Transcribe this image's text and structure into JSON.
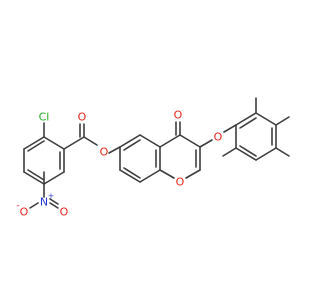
{
  "molecule": {
    "atom_labels": {
      "cl": "Cl",
      "o_ester_carbonyl": "O",
      "o_ester_link": "O",
      "o_ketone": "O",
      "o_ether": "O",
      "o_ring": "O",
      "n_nitro": "N",
      "n_plus": "+",
      "o_nitro_minus": "O",
      "o_minus": "-",
      "o_nitro": "O"
    }
  },
  "colors": {
    "bond": "#3d3d3d",
    "oxygen": "#e8221a",
    "chlorine": "#1fae1f",
    "nitrogen": "#2436d8",
    "background": "#ffffff"
  }
}
